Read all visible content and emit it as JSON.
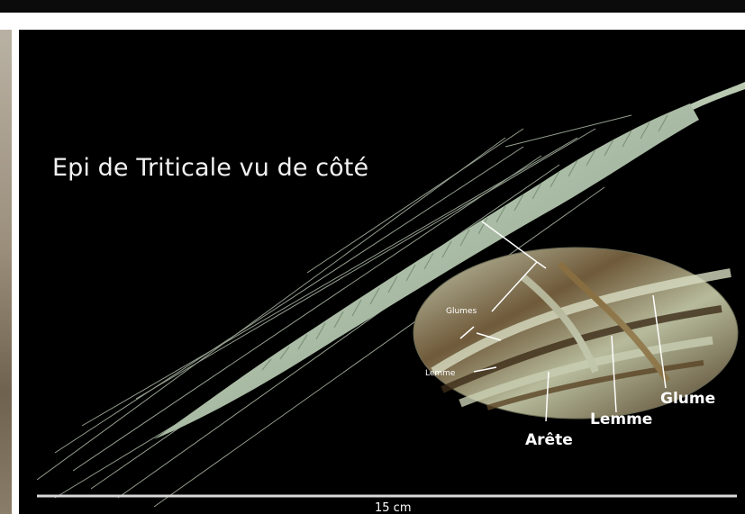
{
  "slide": {
    "title": "Epi de Triticale vu de côté",
    "labels": {
      "glumes": "Glumes",
      "lemme_small": "Lemme",
      "arete": "Arête",
      "lemme": "Lemme",
      "glume": "Glume"
    },
    "scale_bar": "15 cm"
  },
  "colors": {
    "background": "#000000",
    "spike": "#b8c8b0",
    "label_text": "#ffffff"
  }
}
